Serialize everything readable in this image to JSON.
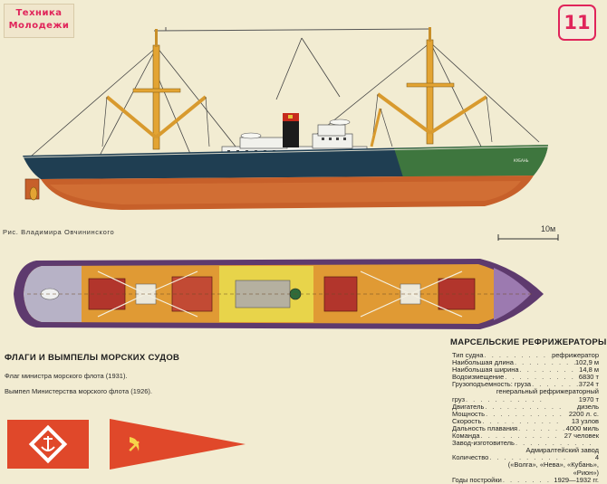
{
  "logo": {
    "line1": "Техника",
    "line2": "Молодежи"
  },
  "issue_number": "11",
  "illustration_credit": "Рис. Владимира Овчининского",
  "scale_label": "10м",
  "ship_name_on_hull": "КУБАНЬ",
  "flags": {
    "title": "ФЛАГИ И ВЫМПЕЛЫ МОРСКИХ СУДОВ",
    "flag_caption": "Флаг министра морского флота (1931).",
    "pennant_caption": "Вымпел Министерства морского флота (1926)."
  },
  "specs": {
    "title": "МАРСЕЛЬСКИЕ РЕФРИЖЕРАТОРЫ",
    "rows": [
      {
        "label": "Тип судна",
        "value": "рефрижератор"
      },
      {
        "label": "Наибольшая длина",
        "value": "102,9 м"
      },
      {
        "label": "Наибольшая ширина",
        "value": "14,8 м"
      },
      {
        "label": "Водоизмещение",
        "value": "6830 т"
      },
      {
        "label": "Грузоподъемность: груза",
        "value": "3724 т"
      },
      {
        "label": "",
        "value": "генеральный рефрижераторный"
      },
      {
        "label": "груз",
        "value": "1970 т"
      },
      {
        "label": "Двигатель",
        "value": "дизель"
      },
      {
        "label": "Мощность",
        "value": "2200 л. с."
      },
      {
        "label": "Скорость",
        "value": "13 узлов"
      },
      {
        "label": "Дальность плавания",
        "value": "4000 миль"
      },
      {
        "label": "Команда",
        "value": "27 человек"
      },
      {
        "label": "Завод-изготовитель",
        "value": ""
      },
      {
        "label": "",
        "value": "Адмиралтейский завод"
      },
      {
        "label": "Количество",
        "value": "4"
      },
      {
        "label": "",
        "value": "(«Волга», «Нева», «Кубань»,"
      },
      {
        "label": "",
        "value": "«Рион»)"
      },
      {
        "label": "Годы постройки",
        "value": "1929—1932 гг."
      }
    ]
  }
}
